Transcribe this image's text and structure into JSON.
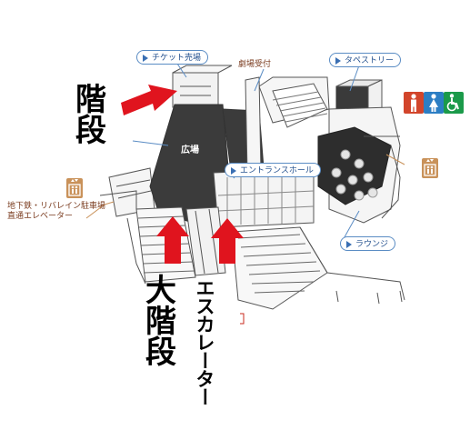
{
  "labels": {
    "ticket": "チケット売場",
    "theater_reception": "劇場受付",
    "tapestry": "タペストリー",
    "plaza": "広場",
    "entrance_hall": "エントランスホール",
    "subway_line1": "地下鉄・リバレイン駐車場",
    "subway_line2": "直通エレベーター",
    "lounge": "ラウンジ"
  },
  "annotations": {
    "stairs": "階段",
    "grand_stairs": "大階段",
    "escalator": "エスカレーター"
  },
  "icons": {
    "restroom_male": "male-restroom-icon",
    "restroom_female": "female-restroom-icon",
    "accessible": "wheelchair-icon",
    "elevator": "elevator-icon"
  },
  "colors": {
    "arrow": "#e0141e",
    "floor": "#3b3b3b",
    "callout_border": "#5a8cc4",
    "male": "#d2452b",
    "female": "#2c7ec4",
    "accessible": "#1b9a4a",
    "elevator": "#c9925a"
  }
}
